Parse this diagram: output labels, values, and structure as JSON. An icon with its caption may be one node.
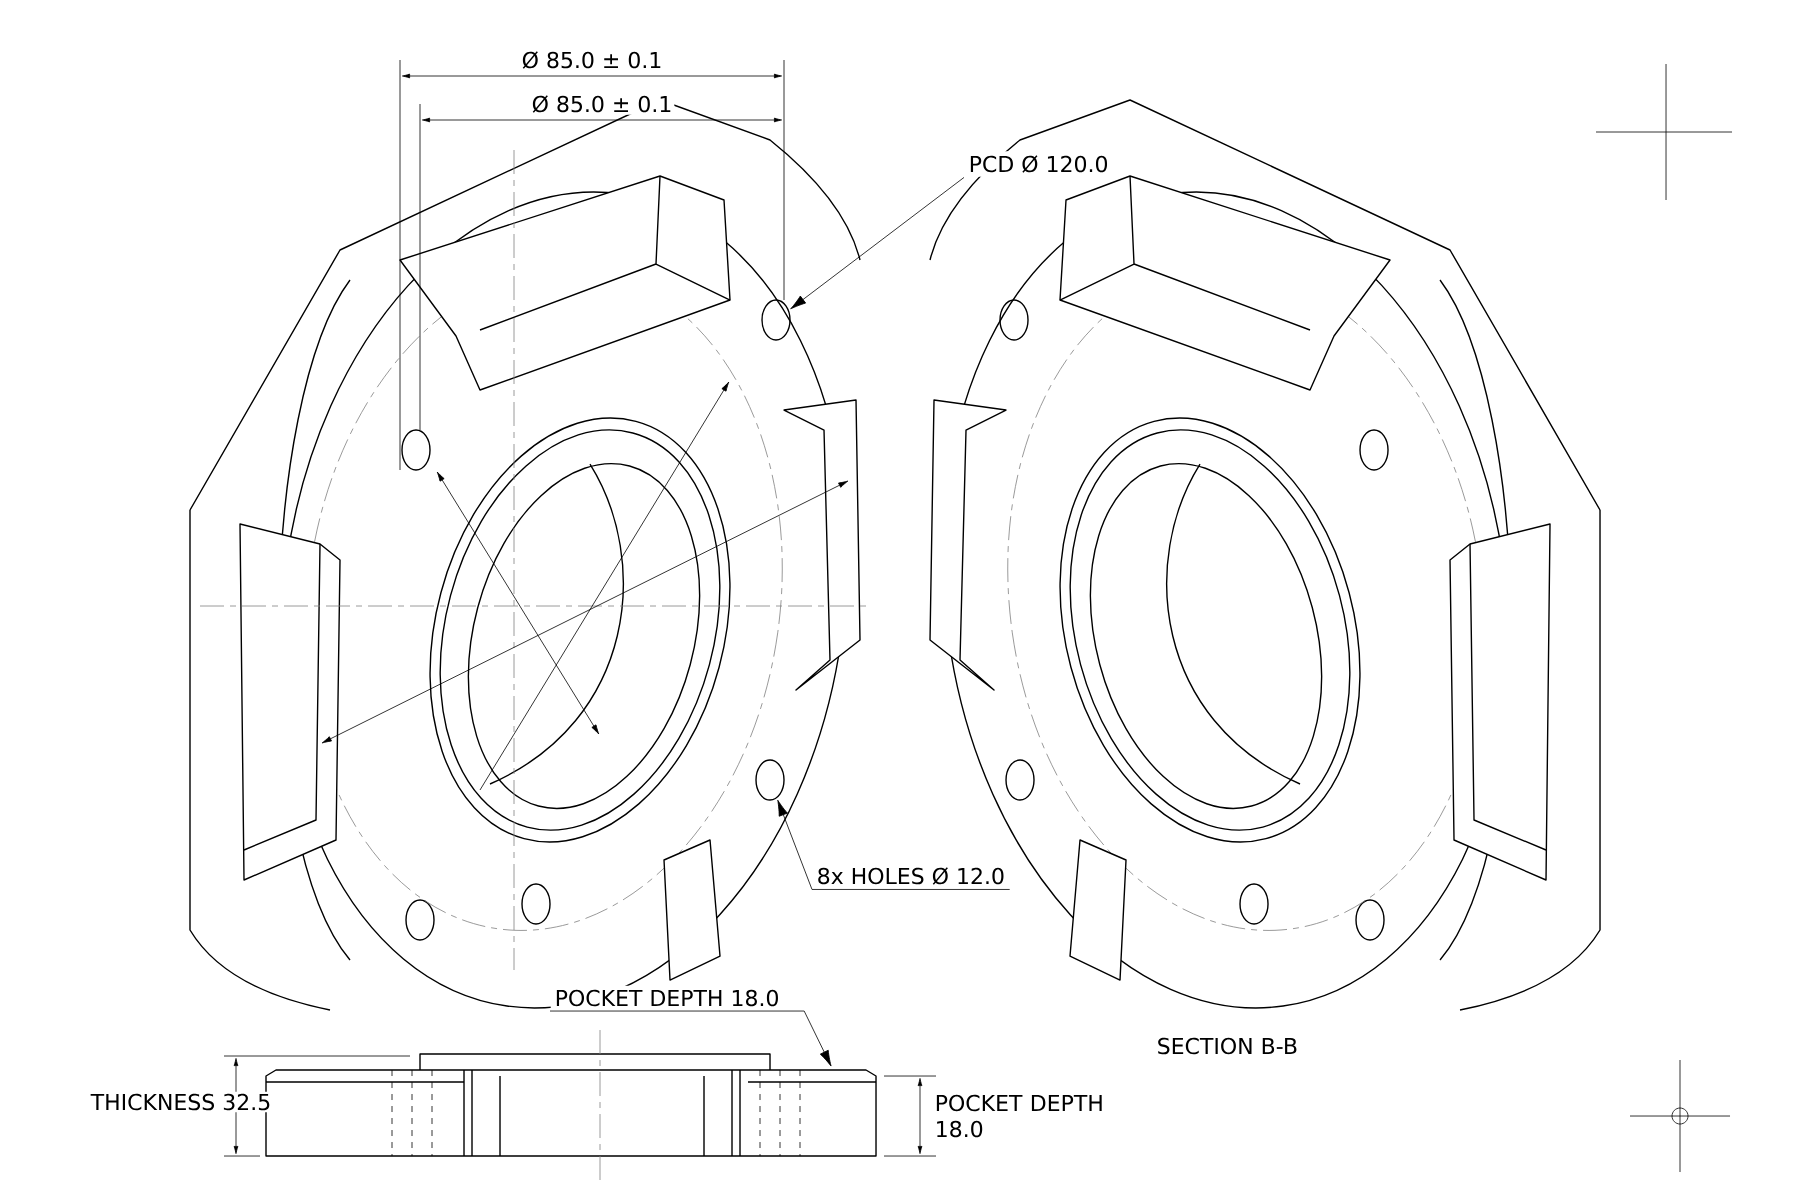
{
  "diagram": {
    "nodes": [
      {
        "text": [
          "PCD Ø 120.0"
        ]
      },
      {
        "text": [
          "8x HOLES Ø 12.0"
        ]
      },
      {
        "text": [
          "POCKET DEPTH 18.0"
        ]
      },
      {
        "text": [],
        "shape": "circle"
      },
      {
        "text": [],
        "shape": "circle"
      }
    ],
    "edges": [
      {
        "from": 0,
        "to": 3,
        "arrow": "to"
      },
      {
        "from": 1,
        "to": 4,
        "arrow": "to"
      },
      {
        "from": 2,
        "to": null,
        "arrow": "to"
      }
    ],
    "labels": [
      "Ø 85.0 ± 0.1",
      "Ø 85.0 ± 0.1",
      "SECTION B-B",
      "THICKNESS 32.5",
      "POCKET DEPTH 18.0"
    ]
  }
}
